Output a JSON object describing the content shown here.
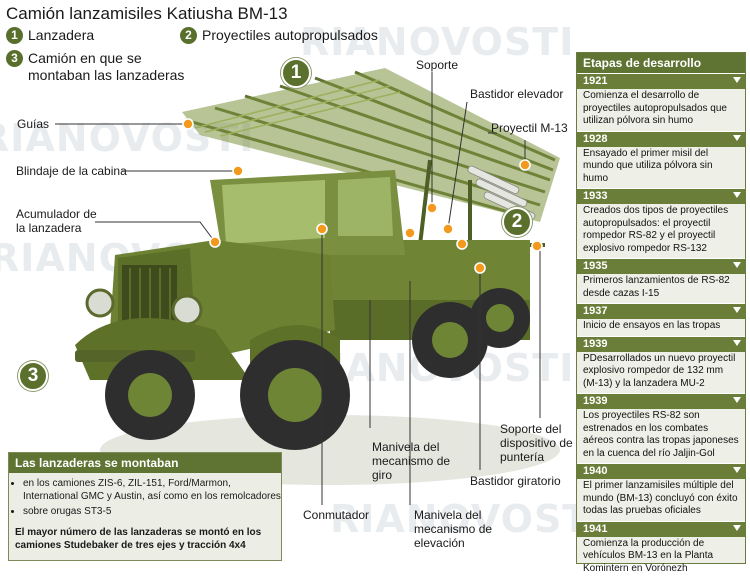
{
  "title": "Camión lanzamisiles Katiusha BM-13",
  "watermark": "RIANOVOSTI",
  "key": [
    {
      "num": "1",
      "text": "Lanzadera"
    },
    {
      "num": "2",
      "text": "Proyectiles autopropulsados"
    },
    {
      "num": "3",
      "text": "Camión en que se montaban las lanzaderas"
    }
  ],
  "labels": {
    "guias": "Guías",
    "blindaje": "Blindaje de la cabina",
    "acumulador": "Acumulador de la lanzadera",
    "soporte": "Soporte",
    "bastidor_elevador": "Bastidor elevador",
    "proyectil": "Proyectil M-13",
    "soporte_dispositivo": "Soporte del dispositivo de puntería",
    "bastidor_giratorio": "Bastidor giratorio",
    "manivela_giro": "Manivela del mecanismo de giro",
    "manivela_elevacion": "Manivela del mecanismo de elevación",
    "conmutador": "Conmutador"
  },
  "timeline": {
    "heading": "Etapas de desarrollo",
    "items": [
      {
        "year": "1921",
        "text": "Comienza el desarrollo de proyectiles autopropulsados que utilizan pólvora sin humo"
      },
      {
        "year": "1928",
        "text": "Ensayado el primer misil del mundo que utiliza pólvora sin humo"
      },
      {
        "year": "1933",
        "text": "Creados dos tipos de proyectiles autopropulsados: el proyectil rompedor RS-82 y el proyectil explosivo rompedor RS-132"
      },
      {
        "year": "1935",
        "text": "Primeros lanzamientos de RS-82 desde cazas I-15"
      },
      {
        "year": "1937",
        "text": "Inicio de ensayos en las tropas"
      },
      {
        "year": "1939",
        "text": "PDesarrollados un nuevo proyectil explosivo rompedor de 132 mm (M-13) y la lanzadera MU-2"
      },
      {
        "year": "1939",
        "text": "Los proyectiles RS-82 son estrenados en los combates aéreos contra las tropas japoneses en la cuenca del río Jaljin-Gol"
      },
      {
        "year": "1940",
        "text": "El primer lanzamisiles múltiple del mundo (BM-13) concluyó con éxito todas las pruebas oficiales"
      },
      {
        "year": "1941",
        "text": "Comienza la producción de vehículos BM-13 en la Planta Komintern en Vorónezh"
      }
    ]
  },
  "mounts": {
    "heading": "Las lanzaderas se montaban",
    "items": [
      "en los camiones ZIS-6, ZIL-151, Ford/Marmon, International GMC y Austin, así como en los remolcadores",
      "sobre orugas ST3-5"
    ],
    "note": "El mayor número de las lanzaderas se montó en los camiones Studebaker de tres ejes y tracción 4x4"
  }
}
